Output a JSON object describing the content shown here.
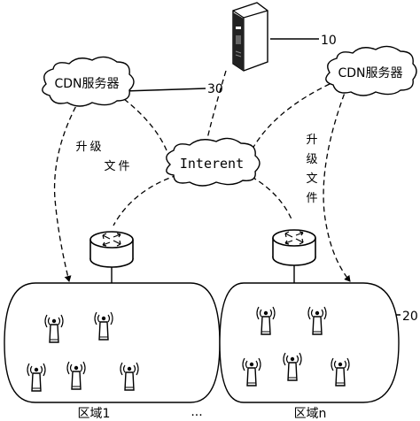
{
  "labels": {
    "cdn_left": "CDN服务器",
    "cdn_right": "CDN服务器",
    "internet": "Interent",
    "ref_server": "10",
    "ref_cdn": "30",
    "ref_tower": "20",
    "upgrade_left": [
      "升",
      "级",
      "文",
      "件"
    ],
    "upgrade_right": [
      "升",
      "级",
      "文",
      "件"
    ],
    "region_left": "区域1",
    "region_right": "区域n",
    "ellipsis": "..."
  },
  "colors": {
    "line": "#000000",
    "fill": "#ffffff",
    "server_dark": "#222222"
  }
}
